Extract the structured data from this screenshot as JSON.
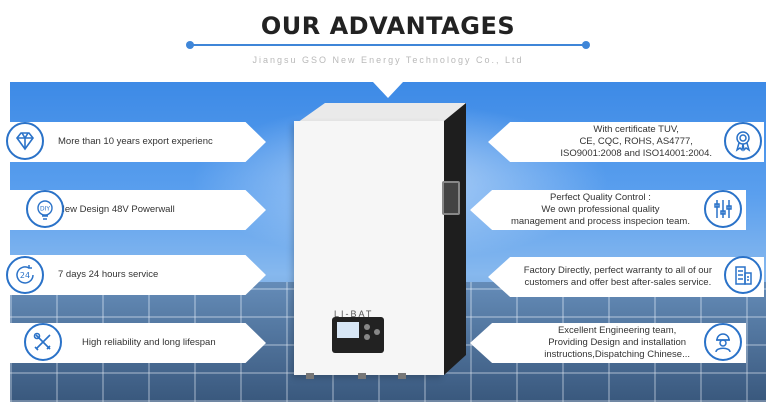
{
  "header": {
    "title": "OUR ADVANTAGES",
    "subtitle": "Jiangsu GSO New Energy Technology Co., Ltd"
  },
  "product": {
    "brand_label": "LI-BAT"
  },
  "advantages_left": [
    {
      "icon": "certificate-diamond-icon",
      "text": "More than 10 years export experienc"
    },
    {
      "icon": "diy-lightbulb-icon",
      "text": "New Design 48V Powerwall"
    },
    {
      "icon": "clock-24-icon",
      "text": "7 days 24 hours service"
    },
    {
      "icon": "wrench-screwdriver-icon",
      "text": "High reliability and long lifespan"
    }
  ],
  "advantages_right": [
    {
      "icon": "award-ribbon-icon",
      "lines": [
        "With certificate TUV,",
        "CE, CQC, ROHS, AS4777,",
        "ISO9001:2008 and ISO14001:2004."
      ]
    },
    {
      "icon": "sliders-icon",
      "lines": [
        "Perfect Quality Control :",
        "We own professional quality",
        "management and process inspecion team."
      ]
    },
    {
      "icon": "building-icon",
      "lines": [
        "Factory Directly, perfect warranty to all of our",
        "customers and offer best after-sales service."
      ]
    },
    {
      "icon": "engineer-icon",
      "lines": [
        "Excellent Engineering team,",
        "Providing Design and installation",
        "instructions,Dispatching Chinese..."
      ]
    }
  ],
  "colors": {
    "accent": "#2a72c8",
    "title_line": "#3f86d8",
    "sky_top": "#3d8ae6"
  }
}
